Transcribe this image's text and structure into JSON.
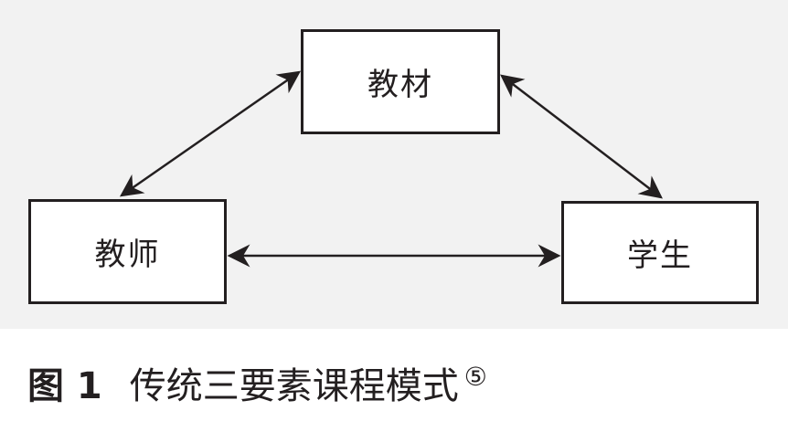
{
  "diagram": {
    "nodes": {
      "textbook": "教材",
      "teacher": "教师",
      "student": "学生"
    },
    "edges": [
      {
        "from": "teacher",
        "to": "textbook",
        "direction": "bidirectional"
      },
      {
        "from": "textbook",
        "to": "student",
        "direction": "bidirectional"
      },
      {
        "from": "teacher",
        "to": "student",
        "direction": "bidirectional"
      }
    ],
    "colors": {
      "background": "#f2f2f2",
      "line": "#231f20"
    }
  },
  "caption": {
    "label": "图 1",
    "title": "传统三要素课程模式",
    "note": "⑤"
  }
}
